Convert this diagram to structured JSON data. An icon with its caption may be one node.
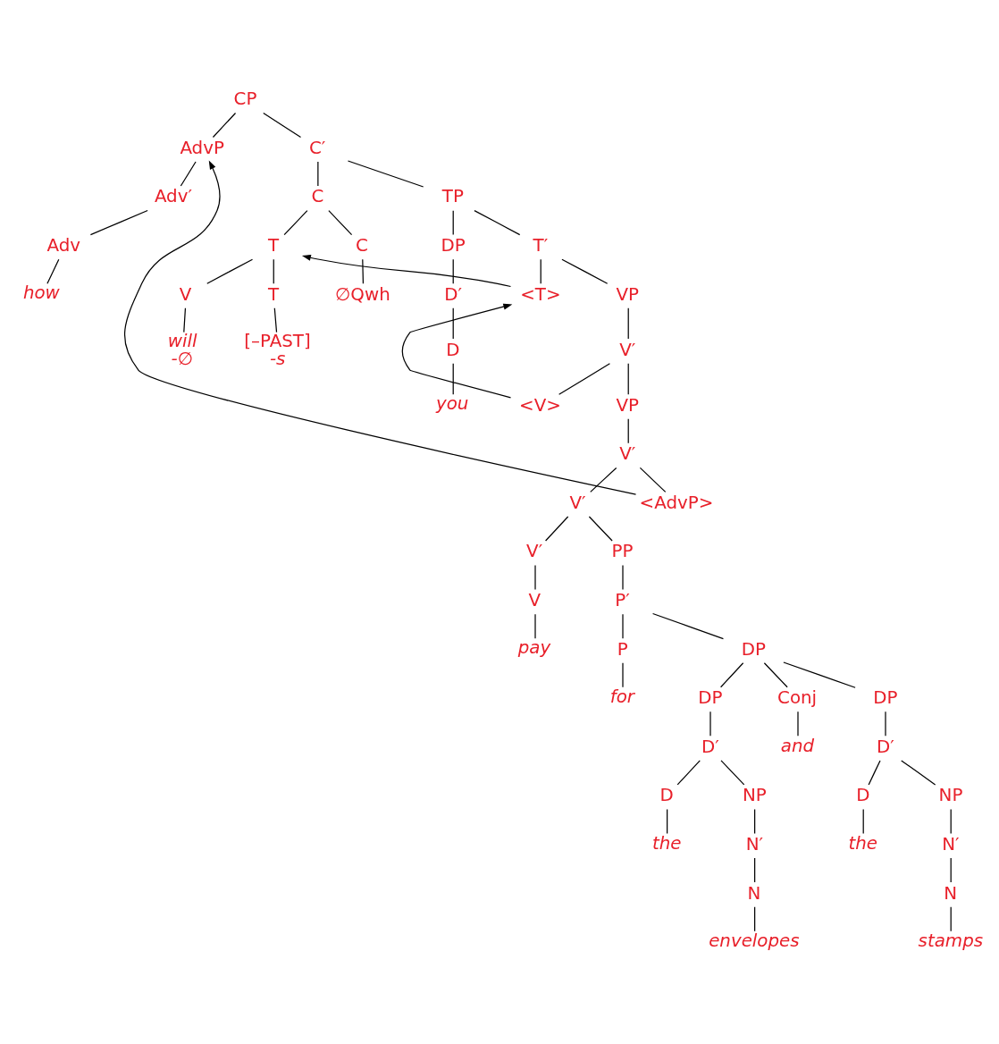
{
  "diagram": {
    "nodes": [
      {
        "text": [
          "CP"
        ]
      },
      {
        "text": [
          "AdvP"
        ]
      },
      {
        "text": [
          "Adv′"
        ]
      },
      {
        "text": [
          "Adv"
        ]
      },
      {
        "text": [
          "how"
        ]
      },
      {
        "text": [
          "C′"
        ]
      },
      {
        "text": [
          "C"
        ]
      },
      {
        "text": [
          "T"
        ]
      },
      {
        "text": [
          "V"
        ]
      },
      {
        "text": [
          "will",
          "-∅"
        ]
      },
      {
        "text": [
          "T"
        ]
      },
      {
        "text": [
          "[–PAST]",
          "-s"
        ]
      },
      {
        "text": [
          "C"
        ]
      },
      {
        "text": [
          "∅Qwh"
        ]
      },
      {
        "text": [
          "TP"
        ]
      },
      {
        "text": [
          "DP"
        ]
      },
      {
        "text": [
          "D′"
        ]
      },
      {
        "text": [
          "D"
        ]
      },
      {
        "text": [
          "you"
        ]
      },
      {
        "text": [
          "T′"
        ]
      },
      {
        "text": [
          "<T>"
        ]
      },
      {
        "text": [
          "VP"
        ]
      },
      {
        "text": [
          "V′"
        ]
      },
      {
        "text": [
          "<V>"
        ]
      },
      {
        "text": [
          "VP"
        ]
      },
      {
        "text": [
          "V′"
        ]
      },
      {
        "text": [
          "V′"
        ]
      },
      {
        "text": [
          "V′"
        ]
      },
      {
        "text": [
          "V"
        ]
      },
      {
        "text": [
          "pay"
        ]
      },
      {
        "text": [
          "PP"
        ]
      },
      {
        "text": [
          "P′"
        ]
      },
      {
        "text": [
          "P"
        ]
      },
      {
        "text": [
          "for"
        ]
      },
      {
        "text": [
          "DP"
        ]
      },
      {
        "text": [
          "DP"
        ]
      },
      {
        "text": [
          "D′"
        ]
      },
      {
        "text": [
          "D"
        ]
      },
      {
        "text": [
          "the"
        ]
      },
      {
        "text": [
          "NP"
        ]
      },
      {
        "text": [
          "N′"
        ]
      },
      {
        "text": [
          "N"
        ]
      },
      {
        "text": [
          "envelopes"
        ]
      },
      {
        "text": [
          "Conj"
        ]
      },
      {
        "text": [
          "and"
        ]
      },
      {
        "text": [
          "DP"
        ]
      },
      {
        "text": [
          "D′"
        ]
      },
      {
        "text": [
          "D"
        ]
      },
      {
        "text": [
          "the"
        ]
      },
      {
        "text": [
          "NP"
        ]
      },
      {
        "text": [
          "N′"
        ]
      },
      {
        "text": [
          "N"
        ]
      },
      {
        "text": [
          "stamps"
        ]
      },
      {
        "text": [
          "<AdvP>"
        ]
      }
    ],
    "edges": [
      {
        "from": 0,
        "to": 1,
        "arrow": "none"
      },
      {
        "from": 1,
        "to": 2,
        "arrow": "none"
      },
      {
        "from": 2,
        "to": 3,
        "arrow": "none"
      },
      {
        "from": 3,
        "to": 4,
        "arrow": "none"
      },
      {
        "from": 0,
        "to": 5,
        "arrow": "none"
      },
      {
        "from": 5,
        "to": 6,
        "arrow": "none"
      },
      {
        "from": 6,
        "to": 7,
        "arrow": "none"
      },
      {
        "from": 7,
        "to": 8,
        "arrow": "none"
      },
      {
        "from": 8,
        "to": 9,
        "arrow": "none"
      },
      {
        "from": 7,
        "to": 10,
        "arrow": "none"
      },
      {
        "from": 10,
        "to": 11,
        "arrow": "none"
      },
      {
        "from": 6,
        "to": 12,
        "arrow": "none"
      },
      {
        "from": 12,
        "to": 13,
        "arrow": "none"
      },
      {
        "from": 5,
        "to": 14,
        "arrow": "none"
      },
      {
        "from": 14,
        "to": 15,
        "arrow": "none"
      },
      {
        "from": 15,
        "to": 16,
        "arrow": "none"
      },
      {
        "from": 16,
        "to": 17,
        "arrow": "none"
      },
      {
        "from": 17,
        "to": 18,
        "arrow": "none"
      },
      {
        "from": 14,
        "to": 19,
        "arrow": "none"
      },
      {
        "from": 19,
        "to": 20,
        "arrow": "none"
      },
      {
        "from": 19,
        "to": 21,
        "arrow": "none"
      },
      {
        "from": 21,
        "to": 22,
        "arrow": "none"
      },
      {
        "from": 22,
        "to": 23,
        "arrow": "none"
      },
      {
        "from": 22,
        "to": 24,
        "arrow": "none"
      },
      {
        "from": 24,
        "to": 25,
        "arrow": "none"
      },
      {
        "from": 25,
        "to": 26,
        "arrow": "none"
      },
      {
        "from": 26,
        "to": 27,
        "arrow": "none"
      },
      {
        "from": 27,
        "to": 28,
        "arrow": "none"
      },
      {
        "from": 28,
        "to": 29,
        "arrow": "none"
      },
      {
        "from": 26,
        "to": 30,
        "arrow": "none"
      },
      {
        "from": 30,
        "to": 31,
        "arrow": "none"
      },
      {
        "from": 31,
        "to": 32,
        "arrow": "none"
      },
      {
        "from": 32,
        "to": 33,
        "arrow": "none"
      },
      {
        "from": 31,
        "to": 34,
        "arrow": "none"
      },
      {
        "from": 34,
        "to": 35,
        "arrow": "none"
      },
      {
        "from": 35,
        "to": 36,
        "arrow": "none"
      },
      {
        "from": 36,
        "to": 37,
        "arrow": "none"
      },
      {
        "from": 37,
        "to": 38,
        "arrow": "none"
      },
      {
        "from": 36,
        "to": 39,
        "arrow": "none"
      },
      {
        "from": 39,
        "to": 40,
        "arrow": "none"
      },
      {
        "from": 40,
        "to": 41,
        "arrow": "none"
      },
      {
        "from": 41,
        "to": 42,
        "arrow": "none"
      },
      {
        "from": 34,
        "to": 43,
        "arrow": "none"
      },
      {
        "from": 43,
        "to": 44,
        "arrow": "none"
      },
      {
        "from": 34,
        "to": 45,
        "arrow": "none"
      },
      {
        "from": 45,
        "to": 46,
        "arrow": "none"
      },
      {
        "from": 46,
        "to": 47,
        "arrow": "none"
      },
      {
        "from": 47,
        "to": 48,
        "arrow": "none"
      },
      {
        "from": 46,
        "to": 49,
        "arrow": "none"
      },
      {
        "from": 49,
        "to": 50,
        "arrow": "none"
      },
      {
        "from": 50,
        "to": 51,
        "arrow": "none"
      },
      {
        "from": 51,
        "to": 52,
        "arrow": "none"
      },
      {
        "from": 25,
        "to": 53,
        "arrow": "none"
      },
      {
        "from": 53,
        "to": 1,
        "arrow": "to"
      },
      {
        "from": 20,
        "to": 7,
        "arrow": "to"
      },
      {
        "from": 23,
        "to": 20,
        "arrow": "to"
      }
    ]
  }
}
